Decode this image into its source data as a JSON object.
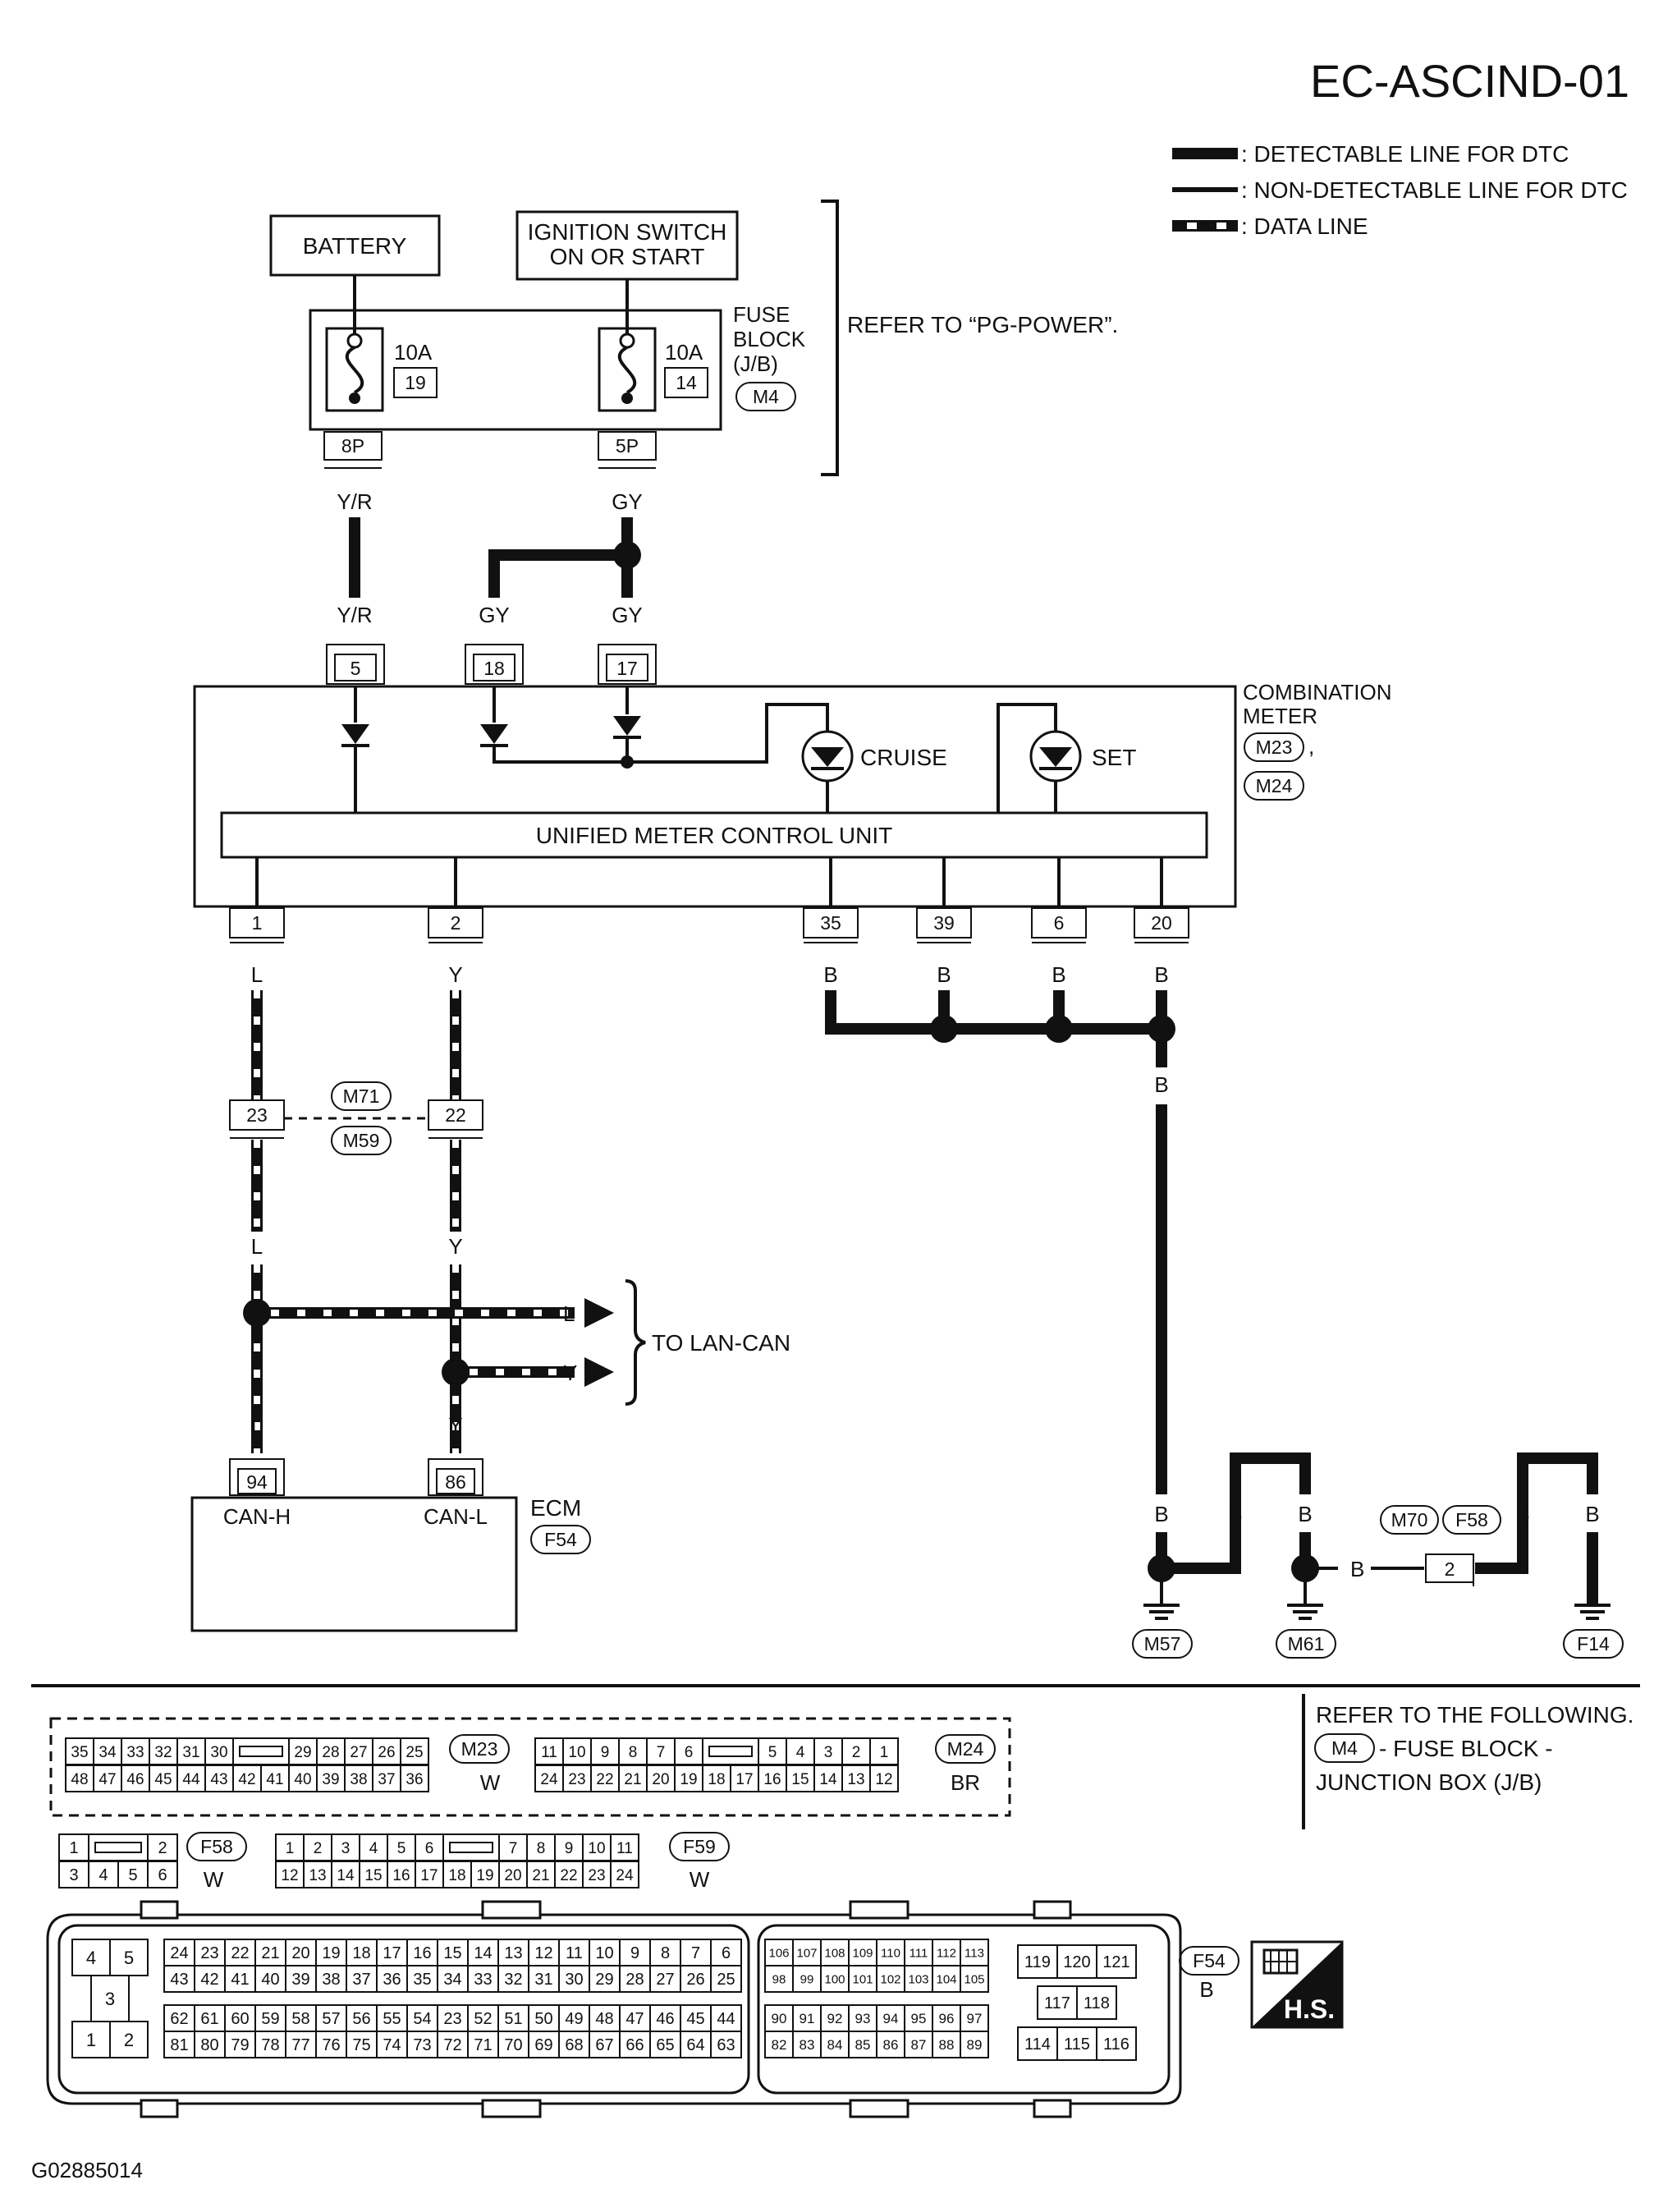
{
  "diagram_id": "EC-ASCIND-01",
  "figure_code": "G02885014",
  "legend": [
    {
      "style": "detectable",
      "label": ": DETECTABLE LINE FOR DTC"
    },
    {
      "style": "non-detectable",
      "label": ": NON-DETECTABLE LINE FOR DTC"
    },
    {
      "style": "data",
      "label": ": DATA LINE"
    }
  ],
  "sources": {
    "battery": "BATTERY",
    "ignition_line1": "IGNITION SWITCH",
    "ignition_line2": "ON OR START"
  },
  "fuse_block": {
    "label_line1": "FUSE",
    "label_line2": "BLOCK",
    "label_line3": "(J/B)",
    "connector": "M4",
    "fuses": [
      {
        "rating": "10A",
        "number": "19",
        "terminal": "8P"
      },
      {
        "rating": "10A",
        "number": "14",
        "terminal": "5P"
      }
    ],
    "refer": "REFER TO “PG-POWER”."
  },
  "wires": {
    "yr": "Y/R",
    "gy": "GY",
    "l": "L",
    "y": "Y",
    "b": "B"
  },
  "combination_meter": {
    "label_line1": "COMBINATION",
    "label_line2": "METER",
    "connectors": [
      "M23",
      "M24"
    ],
    "comma": ",",
    "input_pins": [
      "5",
      "18",
      "17"
    ],
    "indicators": [
      "CRUISE",
      "SET"
    ],
    "unit": "UNIFIED METER CONTROL UNIT",
    "output_pins": [
      "1",
      "2",
      "35",
      "39",
      "6",
      "20"
    ]
  },
  "joint": {
    "pins": [
      "23",
      "22"
    ],
    "connectors": [
      "M71",
      "M59"
    ]
  },
  "lan": {
    "label": "TO LAN-CAN"
  },
  "ecm": {
    "label": "ECM",
    "connector": "F54",
    "pins": [
      "94",
      "86"
    ],
    "can_h": "CAN-H",
    "can_l": "CAN-L"
  },
  "ground": {
    "connectors": [
      "M70",
      "F58"
    ],
    "pin": "2",
    "grounds": [
      "M57",
      "M61",
      "F14"
    ]
  },
  "connector_views": {
    "m23": {
      "name": "M23",
      "color": "W",
      "row1a": [
        "35",
        "34",
        "33",
        "32",
        "31",
        "30"
      ],
      "row1b": [
        "29",
        "28",
        "27",
        "26",
        "25"
      ],
      "row2": [
        "48",
        "47",
        "46",
        "45",
        "44",
        "43",
        "42",
        "41",
        "40",
        "39",
        "38",
        "37",
        "36"
      ]
    },
    "m24": {
      "name": "M24",
      "color": "BR",
      "row1a": [
        "11",
        "10",
        "9",
        "8",
        "7",
        "6"
      ],
      "row1b": [
        "5",
        "4",
        "3",
        "2",
        "1"
      ],
      "row2": [
        "24",
        "23",
        "22",
        "21",
        "20",
        "19",
        "18",
        "17",
        "16",
        "15",
        "14",
        "13",
        "12"
      ]
    },
    "f58": {
      "name": "F58",
      "color": "W",
      "row1": [
        "1",
        "2"
      ],
      "row2": [
        "3",
        "4",
        "5",
        "6"
      ]
    },
    "f59": {
      "name": "F59",
      "color": "W",
      "row1a": [
        "1",
        "2",
        "3",
        "4",
        "5",
        "6"
      ],
      "row1b": [
        "7",
        "8",
        "9",
        "10",
        "11"
      ],
      "row2": [
        "12",
        "13",
        "14",
        "15",
        "16",
        "17",
        "18",
        "19",
        "20",
        "21",
        "22",
        "23",
        "24"
      ]
    },
    "f54": {
      "name": "F54",
      "color": "B",
      "left_pins": [
        "4",
        "5",
        "3",
        "1",
        "2"
      ],
      "r1": [
        "24",
        "23",
        "22",
        "21",
        "20",
        "19",
        "18",
        "17",
        "16",
        "15",
        "14",
        "13",
        "12",
        "11",
        "10",
        "9",
        "8",
        "7",
        "6"
      ],
      "r2": [
        "43",
        "42",
        "41",
        "40",
        "39",
        "38",
        "37",
        "36",
        "35",
        "34",
        "33",
        "32",
        "31",
        "30",
        "29",
        "28",
        "27",
        "26",
        "25"
      ],
      "r3": [
        "62",
        "61",
        "60",
        "59",
        "58",
        "57",
        "56",
        "55",
        "54",
        "23",
        "52",
        "51",
        "50",
        "49",
        "48",
        "47",
        "46",
        "45",
        "44"
      ],
      "r4": [
        "81",
        "80",
        "79",
        "78",
        "77",
        "76",
        "75",
        "74",
        "73",
        "72",
        "71",
        "70",
        "69",
        "68",
        "67",
        "66",
        "65",
        "64",
        "63"
      ],
      "m1": [
        "106",
        "107",
        "108",
        "109",
        "110",
        "111",
        "112",
        "113"
      ],
      "m2": [
        "98",
        "99",
        "100",
        "101",
        "102",
        "103",
        "104",
        "105"
      ],
      "m3": [
        "90",
        "91",
        "92",
        "93",
        "94",
        "95",
        "96",
        "97"
      ],
      "m4": [
        "82",
        "83",
        "84",
        "85",
        "86",
        "87",
        "88",
        "89"
      ],
      "g1": [
        "119",
        "120",
        "121"
      ],
      "g2": [
        "117",
        "118"
      ],
      "g3": [
        "114",
        "115",
        "116"
      ]
    }
  },
  "refer_box": {
    "line1": "REFER TO THE FOLLOWING.",
    "connector": "M4",
    "line2": " - FUSE BLOCK -",
    "line3": "JUNCTION BOX (J/B)"
  },
  "hs_badge": {
    "label": "H.S."
  }
}
